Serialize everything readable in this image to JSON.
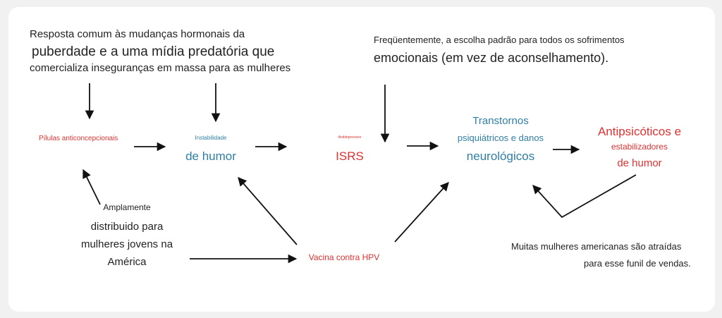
{
  "colors": {
    "red": "#e03131",
    "blue": "#2e7fa6",
    "text": "#222222",
    "arrow": "#111111"
  },
  "top_left_note": {
    "line1": "Resposta comum às mudanças hormonais da",
    "line2": "puberdade e a uma mídia predatória que",
    "line3": "comercializa inseguranças em massa para as mulheres"
  },
  "top_right_note": {
    "line1": "Freqüentemente, a escolha padrão para todos os sofrimentos",
    "line2": "emocionais (em vez de aconselhamento)."
  },
  "nodes": {
    "pills": "Pílulas anticoncepcionais",
    "mood_small": "Instabilidade",
    "mood_big": "de humor",
    "ssri_small": "Antidepressivo",
    "ssri_big": "ISRS",
    "disorders": {
      "line1": "Transtornos",
      "line2": "psiquiátricos e danos",
      "line3": "neurológicos"
    },
    "antipsychotics": {
      "line1": "Antipsicóticos e",
      "line2": "estabilizadores",
      "line3": "de humor"
    },
    "hpv": "Vacina contra HPV"
  },
  "bottom_left_note": {
    "line1": "Amplamente",
    "line2": "distribuido para",
    "line3": "mulheres jovens na",
    "line4": "América"
  },
  "bottom_right_note": {
    "line1": "Muitas mulheres americanas são atraídas",
    "line2": "para esse funil de vendas."
  }
}
